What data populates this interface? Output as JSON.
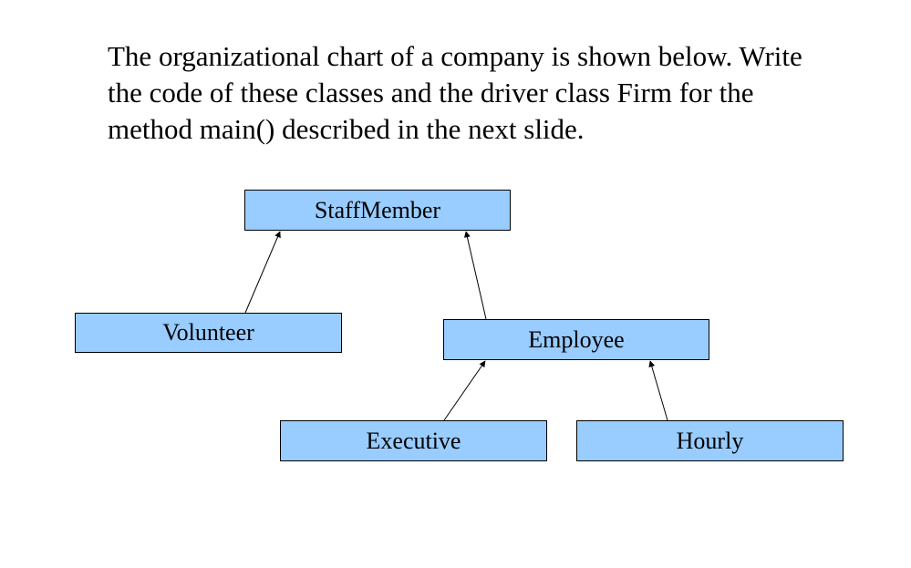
{
  "instructions": {
    "lines": [
      "The organizational chart of a company is shown below. Write",
      "the code of these classes and the driver class Firm for the",
      "method main() described in the next slide."
    ]
  },
  "diagram": {
    "box_color": "#99ccff",
    "border_color": "#000000",
    "classes": {
      "staffmember": "StaffMember",
      "volunteer": "Volunteer",
      "employee": "Employee",
      "executive": "Executive",
      "hourly": "Hourly"
    },
    "relations": [
      {
        "from": "Volunteer",
        "to": "StaffMember"
      },
      {
        "from": "Employee",
        "to": "StaffMember"
      },
      {
        "from": "Executive",
        "to": "Employee"
      },
      {
        "from": "Hourly",
        "to": "Employee"
      }
    ]
  }
}
